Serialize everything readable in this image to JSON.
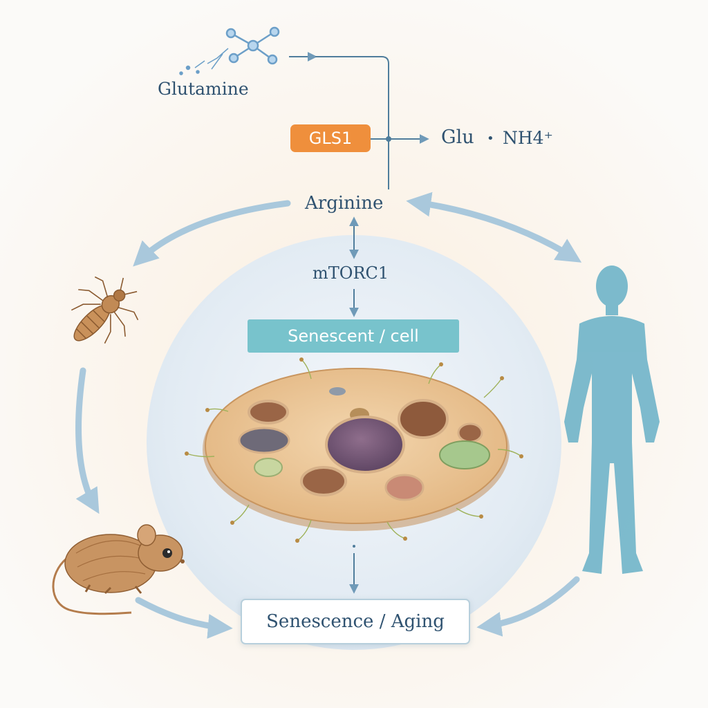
{
  "diagram": {
    "glutamine": "Glutamine",
    "enzyme": "GLS1",
    "product_glu": "Glu",
    "separator": "•",
    "product_nh4": "NH4⁺",
    "arginine": "Arginine",
    "mtorc1": "mTORC1",
    "senescent_cell": "Senescent / cell",
    "outcome": "Senescence / Aging"
  },
  "colors": {
    "text": "#2f5270",
    "enzyme_box": "#ef8f3c",
    "cell_label_box": "#78c3cc",
    "arrow": "#9cc0d6",
    "human_silhouette": "#6fb4c9",
    "cell_body": "#ecc79a"
  },
  "icons": [
    "glutamine-molecule-icon",
    "fly-icon",
    "mouse-icon",
    "human-silhouette-icon",
    "senescent-cell-illustration"
  ]
}
